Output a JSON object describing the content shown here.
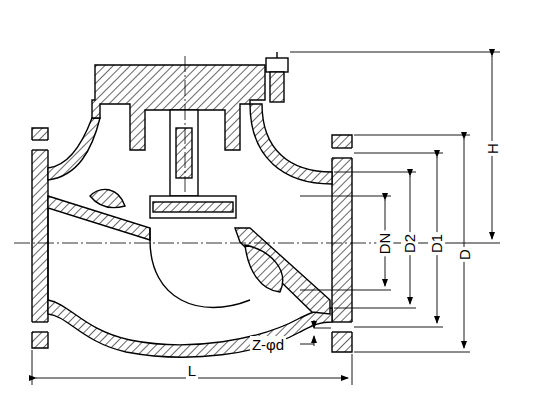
{
  "diagram": {
    "labels": [
      "H",
      "DN",
      "D2",
      "D1",
      "D",
      "Z-φd",
      "L"
    ]
  }
}
